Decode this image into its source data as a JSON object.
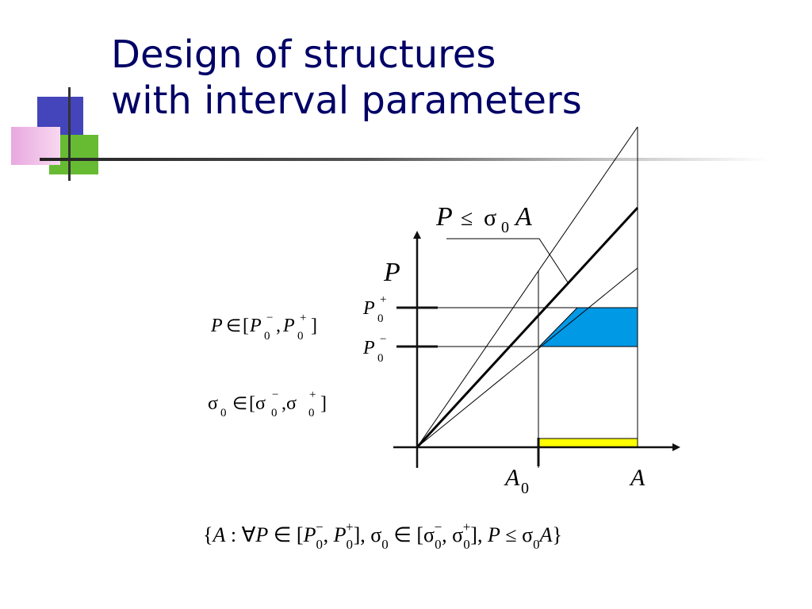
{
  "slide": {
    "title_line1": "Design of structures",
    "title_line2": "with interval parameters"
  },
  "diagram": {
    "constraint_label": "P ≤ σ0A",
    "axis_y_label": "P",
    "axis_x_label": "A",
    "tick_p_plus": "P0+",
    "tick_p_minus": "P0−",
    "tick_a0": "A0",
    "interval_p": "P ∈ [P0−, P0+]",
    "interval_sigma": "σ0 ∈ [σ0−, σ0+]",
    "set_definition": "{A : ∀P ∈ [P0−, P0+], σ0 ∈ [σ0−, σ0+],  P ≤ σ0A}",
    "colors": {
      "title": "#000066",
      "feasible_region": "#0099e6",
      "solution_interval": "#ffff00",
      "deco_blue": "#4444bb",
      "deco_green": "#66bb33",
      "deco_pink": "#f0b8e8"
    }
  }
}
